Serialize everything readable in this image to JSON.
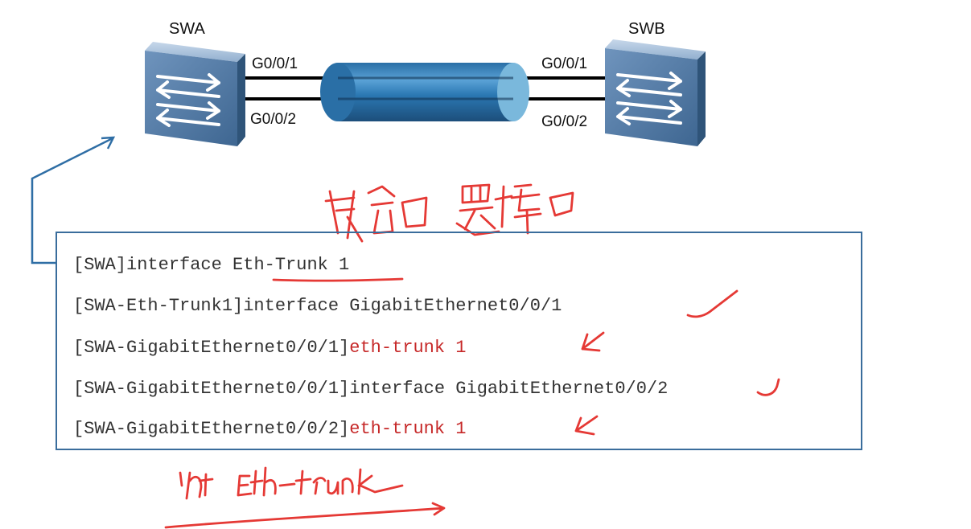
{
  "switches": {
    "left": {
      "name": "SWA",
      "port_top": "G0/0/1",
      "port_bottom": "G0/0/2"
    },
    "right": {
      "name": "SWB",
      "port_top": "G0/0/1",
      "port_bottom": "G0/0/2"
    }
  },
  "config_lines": [
    {
      "prompt": "[SWA]",
      "command": "interface Eth-Trunk 1",
      "highlight": false
    },
    {
      "prompt": "[SWA-Eth-Trunk1]",
      "command": "interface GigabitEthernet0/0/1",
      "highlight": false
    },
    {
      "prompt": "[SWA-GigabitEthernet0/0/1]",
      "command": "eth-trunk 1",
      "highlight": true
    },
    {
      "prompt": "[SWA-GigabitEthernet0/0/1]",
      "command": "interface GigabitEthernet0/0/2",
      "highlight": false
    },
    {
      "prompt": "[SWA-GigabitEthernet0/0/2]",
      "command": "eth-trunk 1",
      "highlight": true
    }
  ],
  "annotations": {
    "handwritten_top": "聚合口 逻辑口",
    "handwritten_bottom": "int Eth-trunk"
  },
  "colors": {
    "box_border": "#3a6d9c",
    "switch_face": "#4f7aa8",
    "trunk_tube": "#2e7bb4",
    "handwriting": "#e53935",
    "command_highlight": "#c62828"
  }
}
